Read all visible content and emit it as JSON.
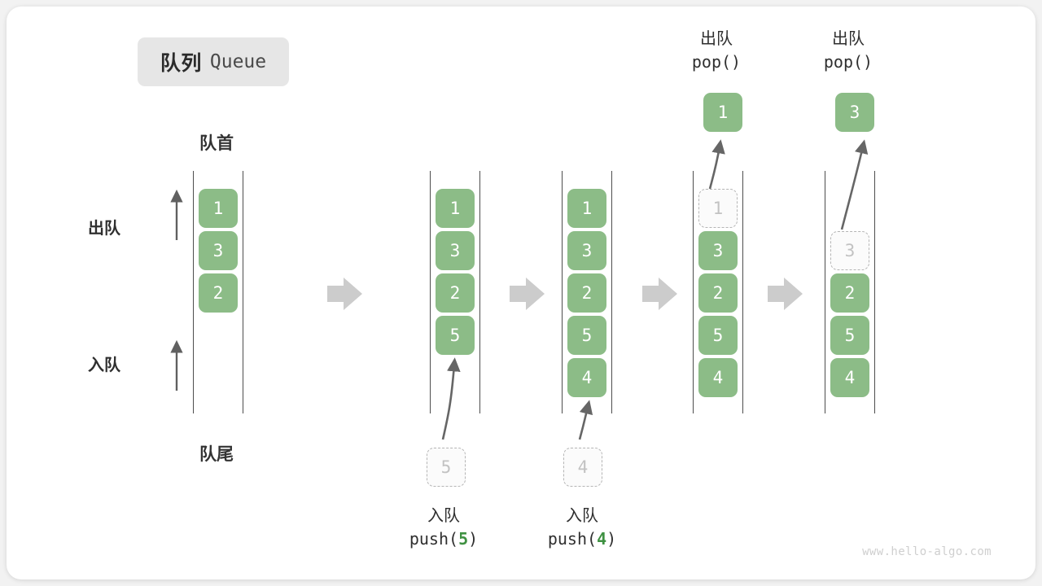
{
  "title": {
    "cn": "队列",
    "en": "Queue"
  },
  "labels": {
    "front": "队首",
    "rear": "队尾",
    "dequeue": "出队",
    "enqueue": "入队"
  },
  "watermark": "www.hello-algo.com",
  "colors": {
    "cell_fill": "#8cbc87",
    "cell_text": "#ffffff",
    "ghost_border": "#b5b5b5",
    "ghost_text": "#c2c2c2",
    "rail": "#4d4d4d",
    "arrow": "#cccccc",
    "curve_arrow": "#666666",
    "badge_bg": "#e6e6e6",
    "accent_green": "#3f9142"
  },
  "columns": [
    {
      "name": "initial-queue",
      "header_top": "队首",
      "header_bottom": "队尾",
      "cells": [
        {
          "value": "1",
          "state": "filled"
        },
        {
          "value": "3",
          "state": "filled"
        },
        {
          "value": "2",
          "state": "filled"
        }
      ],
      "side_labels": [
        {
          "text": "出队",
          "direction": "up"
        },
        {
          "text": "入队",
          "direction": "up"
        }
      ]
    },
    {
      "name": "after-push-5",
      "cells": [
        {
          "value": "1",
          "state": "filled"
        },
        {
          "value": "3",
          "state": "filled"
        },
        {
          "value": "2",
          "state": "filled"
        },
        {
          "value": "5",
          "state": "filled"
        }
      ],
      "incoming": {
        "value": "5",
        "state": "ghost"
      },
      "caption": {
        "cn": "入队",
        "fn": "push(",
        "arg": "5",
        "fn_end": ")"
      }
    },
    {
      "name": "after-push-4",
      "cells": [
        {
          "value": "1",
          "state": "filled"
        },
        {
          "value": "3",
          "state": "filled"
        },
        {
          "value": "2",
          "state": "filled"
        },
        {
          "value": "5",
          "state": "filled"
        },
        {
          "value": "4",
          "state": "filled"
        }
      ],
      "incoming": {
        "value": "4",
        "state": "ghost"
      },
      "caption": {
        "cn": "入队",
        "fn": "push(",
        "arg": "4",
        "fn_end": ")"
      }
    },
    {
      "name": "after-pop-1",
      "cells": [
        {
          "value": "1",
          "state": "ghost"
        },
        {
          "value": "3",
          "state": "filled"
        },
        {
          "value": "2",
          "state": "filled"
        },
        {
          "value": "5",
          "state": "filled"
        },
        {
          "value": "4",
          "state": "filled"
        }
      ],
      "popped": {
        "value": "1",
        "state": "filled"
      },
      "caption_top": {
        "cn": "出队",
        "fn": "pop()"
      }
    },
    {
      "name": "after-pop-3",
      "cells": [
        {
          "value": "",
          "state": "empty"
        },
        {
          "value": "3",
          "state": "ghost"
        },
        {
          "value": "2",
          "state": "filled"
        },
        {
          "value": "5",
          "state": "filled"
        },
        {
          "value": "4",
          "state": "filled"
        }
      ],
      "popped": {
        "value": "3",
        "state": "filled"
      },
      "caption_top": {
        "cn": "出队",
        "fn": "pop()"
      }
    }
  ],
  "step_arrows": [
    {
      "name": "step-arrow-1"
    },
    {
      "name": "step-arrow-2"
    },
    {
      "name": "step-arrow-3"
    },
    {
      "name": "step-arrow-4"
    }
  ]
}
